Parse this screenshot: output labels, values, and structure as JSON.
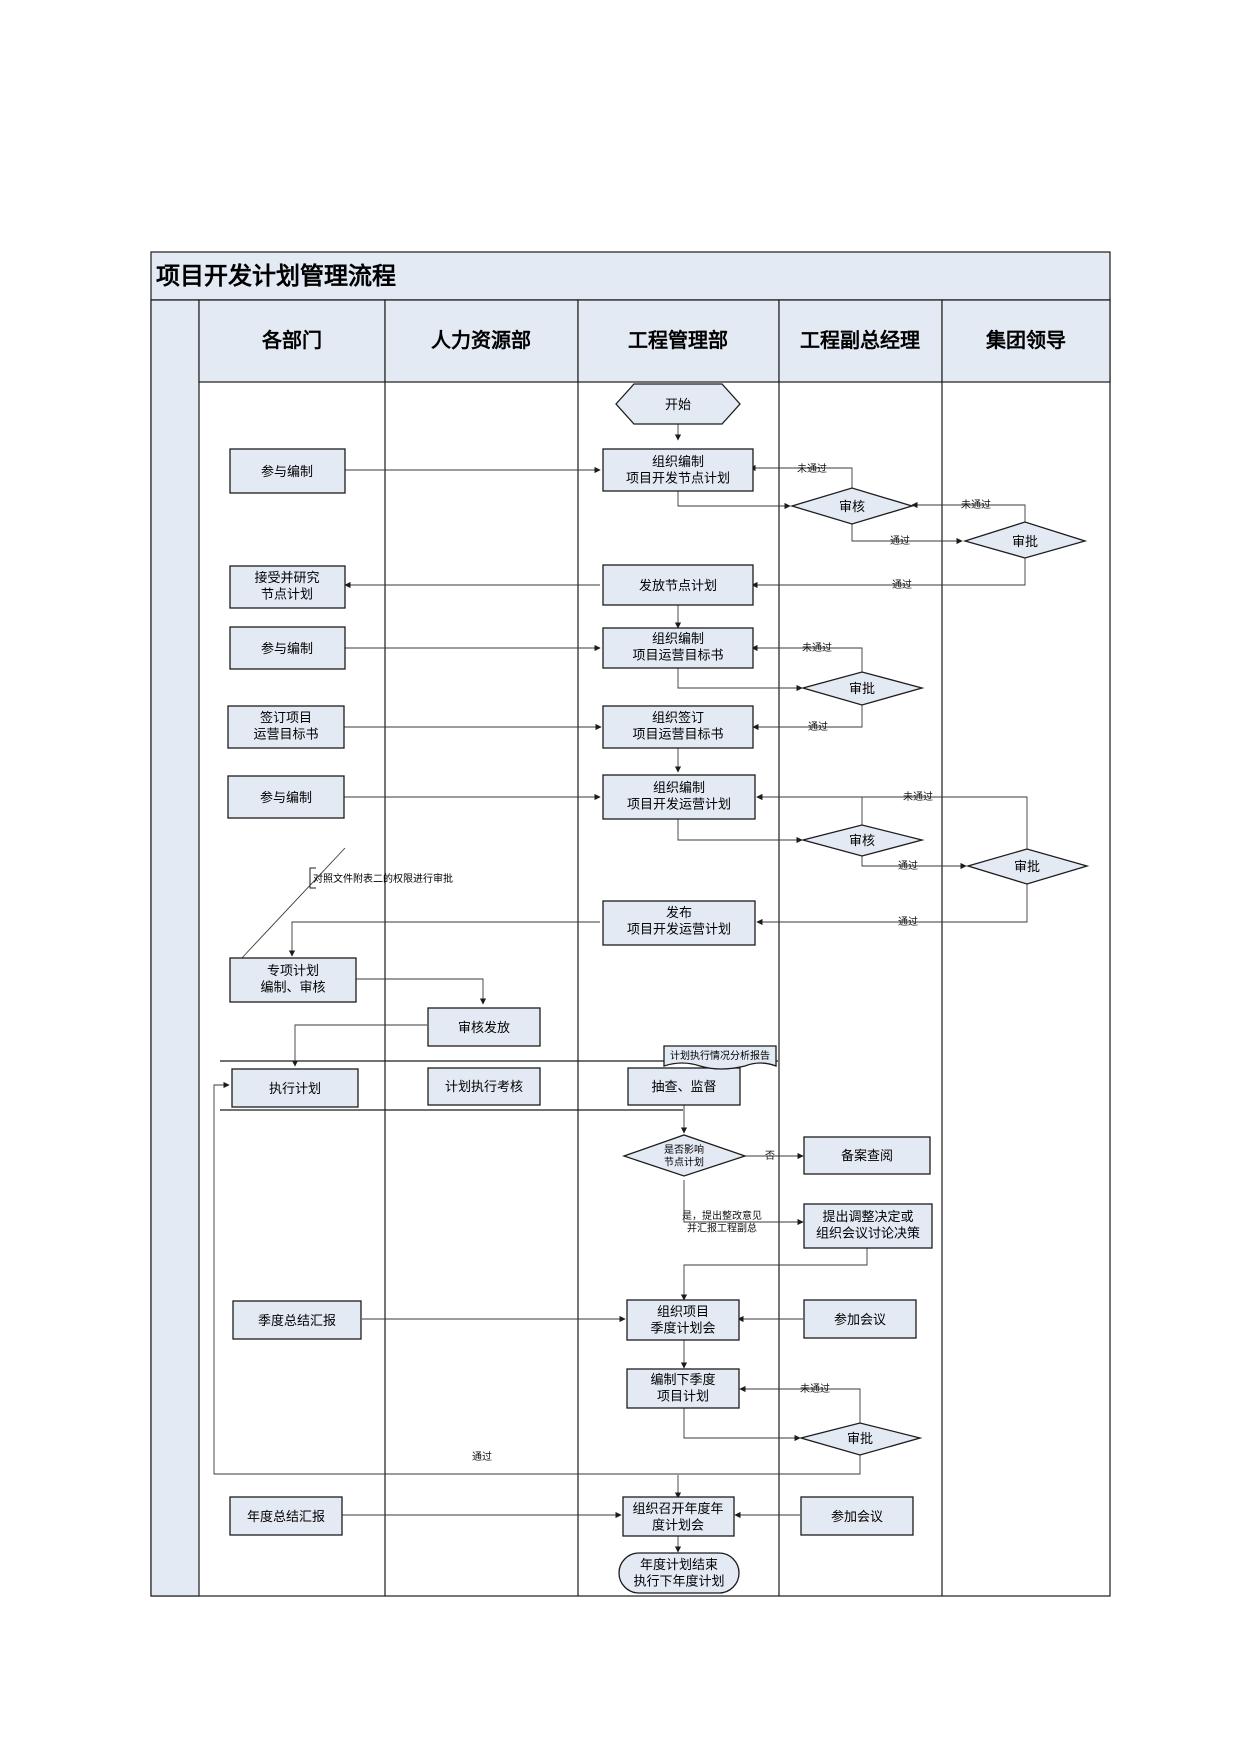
{
  "title": "项目开发计划管理流程",
  "lanes": [
    "各部门",
    "人力资源部",
    "工程管理部",
    "工程副总经理",
    "集团领导"
  ],
  "nodes": {
    "start": "开始",
    "dept_participate1": "参与编制",
    "org_compile_node": "组织编制\n项目开发节点计划",
    "review1": "审核",
    "approve1": "审批",
    "dept_receive": "接受并研究\n节点计划",
    "issue_node_plan": "发放节点计划",
    "dept_participate2": "参与编制",
    "org_compile_target": "组织编制\n项目运营目标书",
    "approve2": "审批",
    "dept_sign": "签订项目\n运营目标书",
    "org_sign_target": "组织签订\n项目运营目标书",
    "dept_participate3": "参与编制",
    "org_compile_ops": "组织编制\n项目开发运营计划",
    "review2": "审核",
    "approve3": "审批",
    "publish_ops": "发布\n项目开发运营计划",
    "special_plan": "专项计划\n编制、审核",
    "hr_review_issue": "审核发放",
    "exec_plan": "执行计划",
    "hr_assess": "计划执行考核",
    "inspect": "抽查、监督",
    "affects": "是否影响\n节点计划",
    "archive": "备案查阅",
    "adjust": "提出调整决定或\n组织会议讨论决策",
    "quarter_report": "季度总结汇报",
    "quarter_meeting": "组织项目\n季度计划会",
    "attend1": "参加会议",
    "next_quarter": "编制下季度\n项目计划",
    "approve4": "审批",
    "annual_report": "年度总结汇报",
    "annual_meeting": "组织召开年度年\n度计划会",
    "attend2": "参加会议",
    "end": "年度计划结束\n执行下年度计划"
  },
  "notes": {
    "authority": "对照文件附表二的权限进行审批",
    "analysis_report": "计划执行情况分析报告"
  },
  "edge_labels": {
    "fail": "未通过",
    "pass": "通过",
    "no": "否",
    "yes_feedback": "是，提出整改意见\n并汇报工程副总"
  },
  "colors": {
    "box_fill": "#e4eaf4",
    "line": "#1c1c1c"
  }
}
